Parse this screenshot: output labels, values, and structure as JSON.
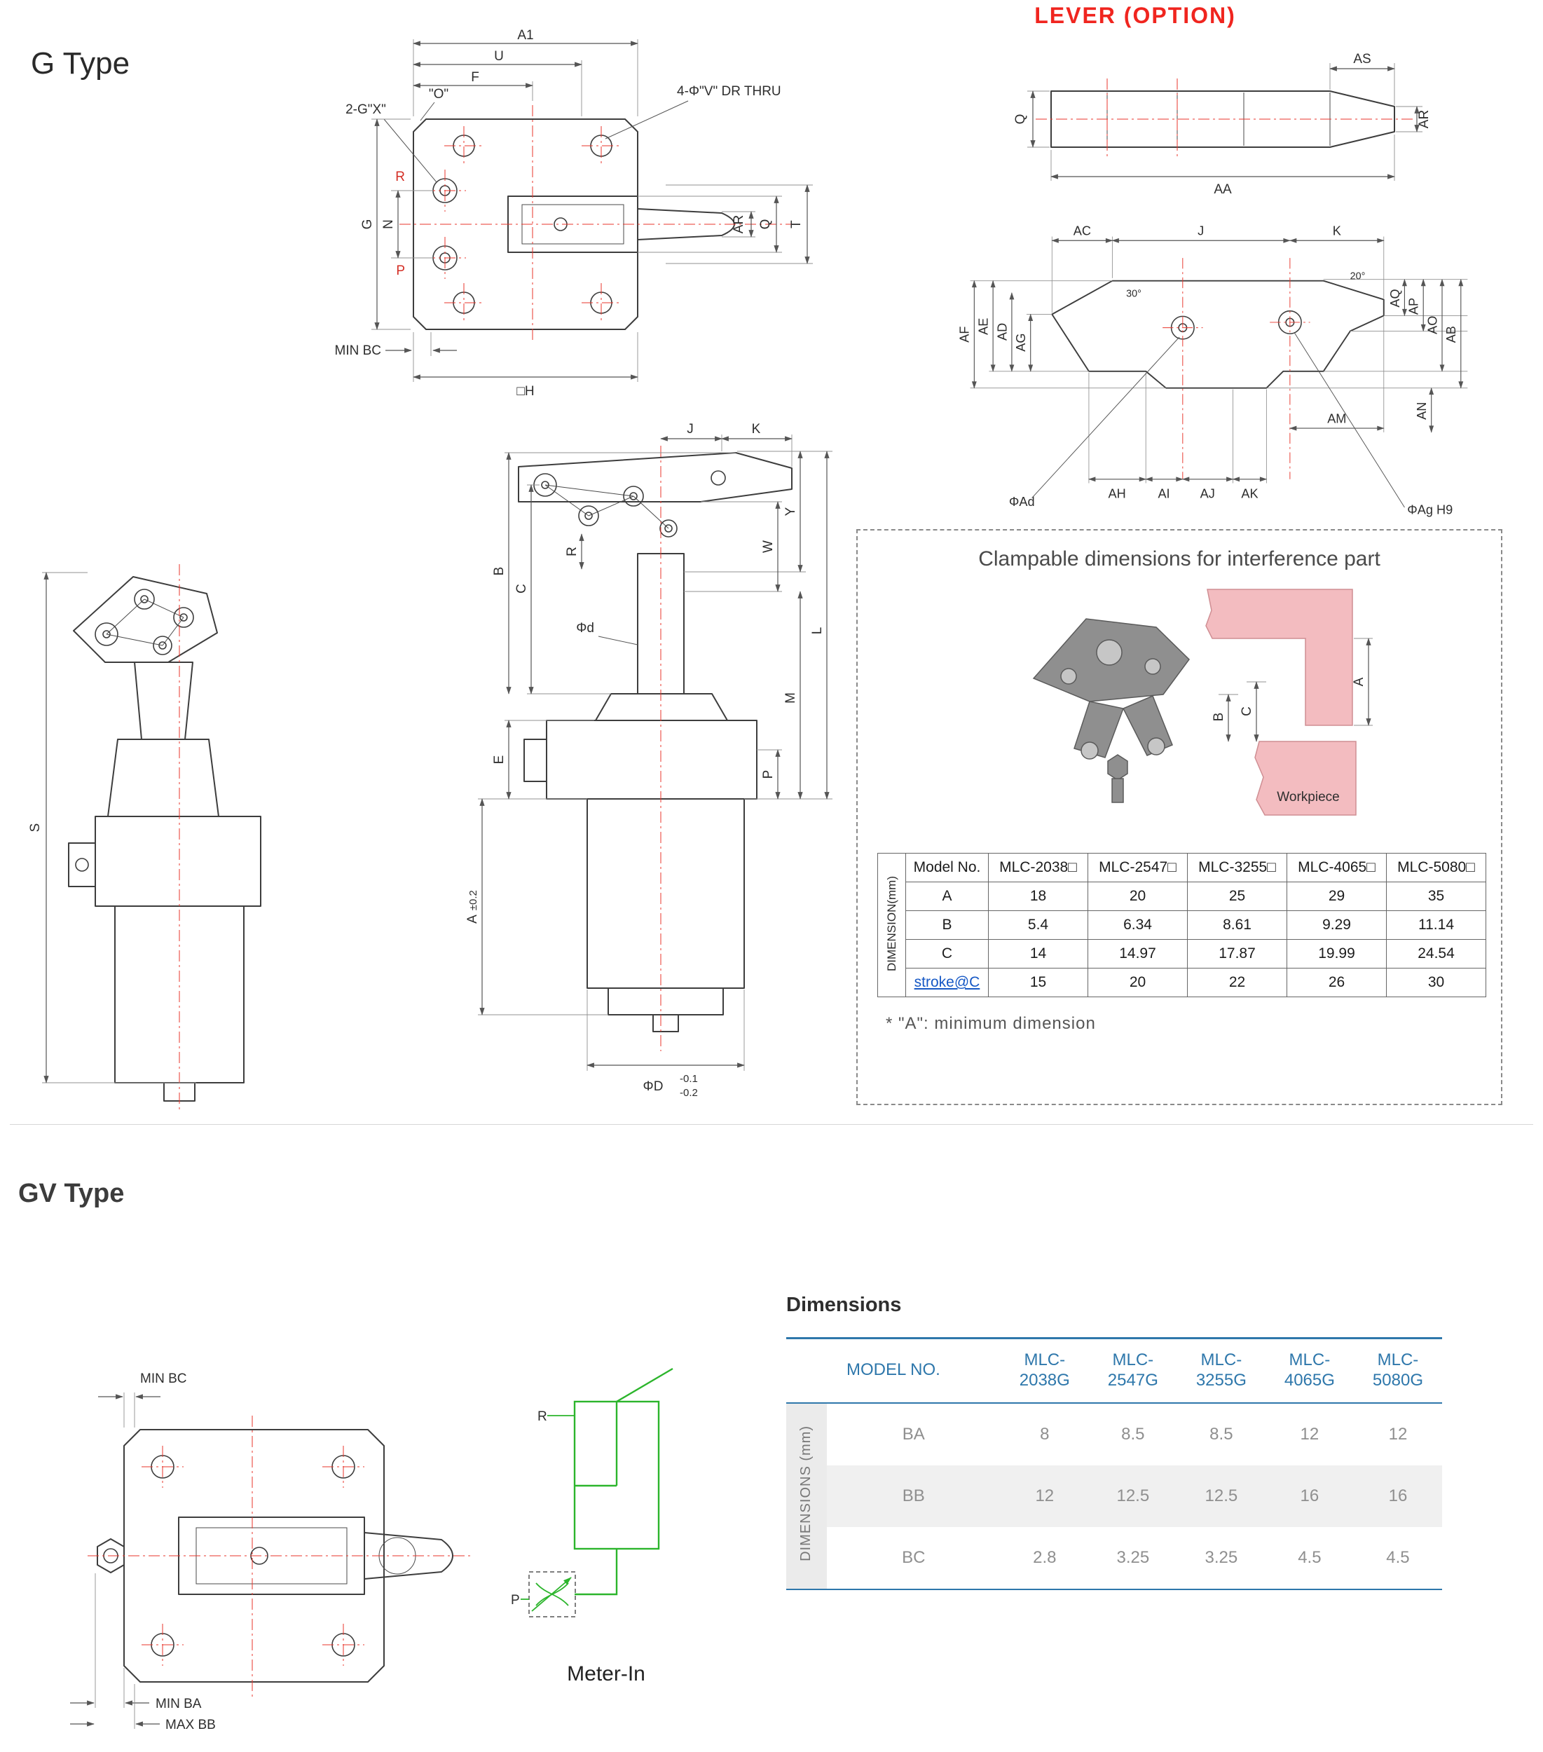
{
  "headings": {
    "g_type": "G Type",
    "lever_option": "LEVER (OPTION)",
    "gv_type": "GV Type",
    "dimensions": "Dimensions"
  },
  "colors": {
    "accent_red": "#f0251f",
    "centerline_red": "#e8352b",
    "table_blue": "#2e77ab",
    "schematic_green": "#2cb52c",
    "workpiece_pink": "#f3bcc0",
    "clamp_gray": "#8f8f8f"
  },
  "g_view": {
    "a1": "A1",
    "u": "U",
    "f": "F",
    "o": "\"O\"",
    "gx": "2-G\"X\"",
    "vthru": "4-Φ\"V\" DR THRU",
    "g": "G",
    "n": "N",
    "r": "R",
    "p": "P",
    "min_bc": "MIN BC",
    "h": "□H",
    "ar": "AR",
    "q": "Q",
    "t": "T"
  },
  "lever_top": {
    "as": "AS",
    "ar": "AR",
    "q": "Q",
    "aa": "AA"
  },
  "lever_side": {
    "ac": "AC",
    "j": "J",
    "k": "K",
    "af": "AF",
    "ae": "AE",
    "ad": "AD",
    "ag": "AG",
    "aq": "AQ",
    "ap": "AP",
    "ao": "AO",
    "ab": "AB",
    "am": "AM",
    "an": "AN",
    "ah": "AH",
    "ai": "AI",
    "aj": "AJ",
    "ak": "AK",
    "phi_ad": "ΦAd",
    "phi_ag": "ΦAg H9",
    "ang30": "30°",
    "ang20": "20°"
  },
  "side_small": {
    "s": "S"
  },
  "side_main": {
    "j": "J",
    "k": "K",
    "b": "B",
    "c": "C",
    "e": "E",
    "a": "A",
    "a_tol": "±0.2",
    "r": "R",
    "y": "Y",
    "w": "W",
    "l": "L",
    "m": "M",
    "p": "P",
    "phi_d": "Φd",
    "phi_D": "ΦD",
    "tol_hi": "-0.1",
    "tol_lo": "-0.2"
  },
  "clampable": {
    "title": "Clampable dimensions for interference part",
    "side_label": "DIMENSION(mm)",
    "workpiece": "Workpiece",
    "a": "A",
    "b": "B",
    "c": "C",
    "note": "* \"A\": minimum dimension",
    "table": {
      "header": [
        "Model No.",
        "MLC-2038□",
        "MLC-2547□",
        "MLC-3255□",
        "MLC-4065□",
        "MLC-5080□"
      ],
      "rows": [
        {
          "label": "A",
          "values": [
            "18",
            "20",
            "25",
            "29",
            "35"
          ]
        },
        {
          "label": "B",
          "values": [
            "5.4",
            "6.34",
            "8.61",
            "9.29",
            "11.14"
          ]
        },
        {
          "label": "C",
          "values": [
            "14",
            "14.97",
            "17.87",
            "19.99",
            "24.54"
          ]
        },
        {
          "label": "stroke@C",
          "values": [
            "15",
            "20",
            "22",
            "26",
            "30"
          ]
        }
      ]
    }
  },
  "gv_view": {
    "min_bc": "MIN BC",
    "min_ba": "MIN BA",
    "max_bb": "MAX BB"
  },
  "meter": {
    "r": "R",
    "p": "P",
    "caption": "Meter-In"
  },
  "dims": {
    "title": "Dimensions",
    "model_header": "MODEL NO.",
    "side_label": "DIMENSIONS (mm)",
    "models": [
      "MLC-2038G",
      "MLC-2547G",
      "MLC-3255G",
      "MLC-4065G",
      "MLC-5080G"
    ],
    "rows": [
      {
        "label": "BA",
        "values": [
          "8",
          "8.5",
          "8.5",
          "12",
          "12"
        ]
      },
      {
        "label": "BB",
        "values": [
          "12",
          "12.5",
          "12.5",
          "16",
          "16"
        ]
      },
      {
        "label": "BC",
        "values": [
          "2.8",
          "3.25",
          "3.25",
          "4.5",
          "4.5"
        ]
      }
    ]
  }
}
